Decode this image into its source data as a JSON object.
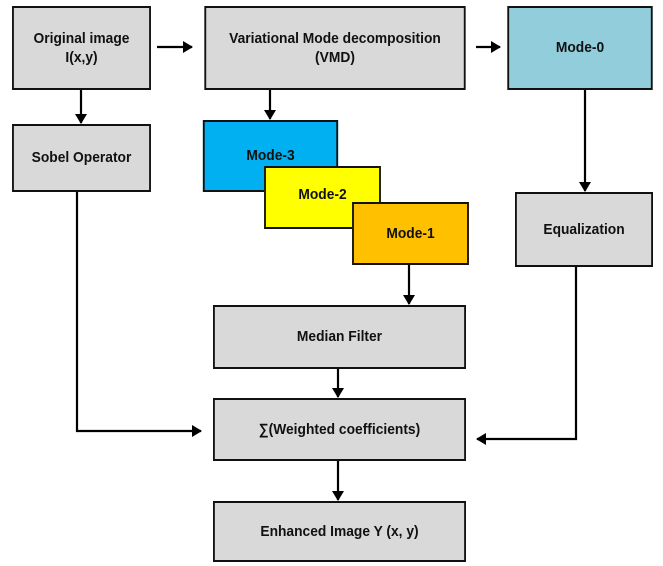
{
  "diagram": {
    "type": "flowchart",
    "nodes": [
      {
        "id": "original",
        "label": "Original image\nI(x,y)",
        "color": "#d9d9d9"
      },
      {
        "id": "vmd",
        "label": "Variational Mode decomposition\n(VMD)",
        "color": "#d9d9d9"
      },
      {
        "id": "mode0",
        "label": "Mode-0",
        "color": "#92cddc"
      },
      {
        "id": "sobel",
        "label": "Sobel Operator",
        "color": "#d9d9d9"
      },
      {
        "id": "mode3",
        "label": "Mode-3",
        "color": "#00b0f0"
      },
      {
        "id": "mode2",
        "label": "Mode-2",
        "color": "#ffff00"
      },
      {
        "id": "mode1",
        "label": "Mode-1",
        "color": "#ffc000"
      },
      {
        "id": "equalization",
        "label": "Equalization",
        "color": "#d9d9d9"
      },
      {
        "id": "median",
        "label": "Median Filter",
        "color": "#d9d9d9"
      },
      {
        "id": "weighted",
        "label": "∑(Weighted coefficients)",
        "color": "#d9d9d9"
      },
      {
        "id": "enhanced",
        "label": "Enhanced Image Y (x, y)",
        "color": "#d9d9d9"
      }
    ],
    "edges": [
      {
        "from": "original",
        "to": "vmd"
      },
      {
        "from": "vmd",
        "to": "mode0"
      },
      {
        "from": "original",
        "to": "sobel"
      },
      {
        "from": "vmd",
        "to": "mode3"
      },
      {
        "from": "mode0",
        "to": "equalization"
      },
      {
        "from": "mode1",
        "to": "median"
      },
      {
        "from": "median",
        "to": "weighted"
      },
      {
        "from": "sobel",
        "to": "weighted"
      },
      {
        "from": "equalization",
        "to": "weighted"
      },
      {
        "from": "weighted",
        "to": "enhanced"
      }
    ]
  }
}
